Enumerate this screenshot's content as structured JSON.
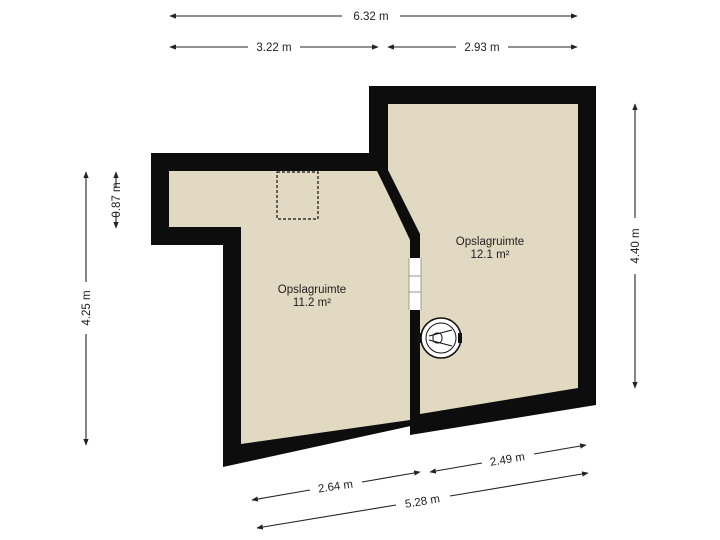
{
  "colors": {
    "wall": "#0d0d0d",
    "floor": "#e2d9c2",
    "dimension": "#222222",
    "text": "#1e1e1e",
    "background": "#ffffff"
  },
  "dimensions": {
    "top_total": "6.32 m",
    "top_left": "3.22 m",
    "top_right": "2.93 m",
    "left_small": "0.87 m",
    "left_total": "4.25 m",
    "right_total": "4.40 m",
    "bottom_left": "2.64 m",
    "bottom_right": "2.49 m",
    "bottom_total": "5.28 m"
  },
  "rooms": [
    {
      "name": "Opslagruimte",
      "area": "11.2 m²"
    },
    {
      "name": "Opslagruimte",
      "area": "12.1 m²"
    }
  ],
  "fixtures": {
    "hatch": "hatch-icon",
    "boiler": "boiler-icon",
    "door": "door-icon"
  }
}
